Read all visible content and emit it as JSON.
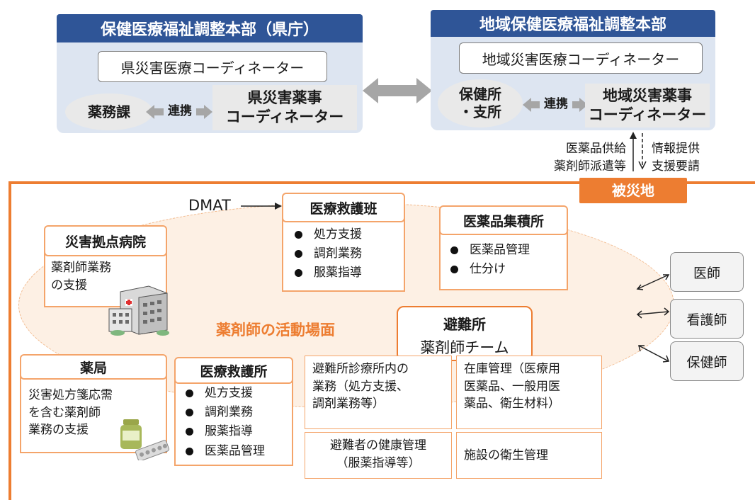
{
  "left_hq": {
    "title": "保健医療福祉調整本部（県庁）",
    "coordinator": "県災害医療コーディネーター",
    "pharmacy_div": "薬務課",
    "link_label": "連携",
    "pharma_coord_line1": "県災害薬事",
    "pharma_coord_line2": "コーディネーター"
  },
  "right_hq": {
    "title": "地域保健医療福祉調整本部",
    "coordinator": "地域災害医療コーディネーター",
    "health_center_line1": "保健所",
    "health_center_line2": "・支所",
    "link_label": "連携",
    "pharma_coord_line1": "地域災害薬事",
    "pharma_coord_line2": "コーディネーター"
  },
  "flow": {
    "left_line1": "医薬品供給",
    "left_line2": "薬剤師派遣等",
    "right_line1": "情報提供",
    "right_line2": "支援要請"
  },
  "disaster_area": {
    "tab_label": "被災地",
    "center_label": "薬剤師の活動場面",
    "dmat_label": "DMAT"
  },
  "base_hospital": {
    "title": "災害拠点病院",
    "text_line1": "薬剤師業務",
    "text_line2": "の支援"
  },
  "medical_team": {
    "title": "医療救護班",
    "items": [
      "処方支援",
      "調剤業務",
      "服薬指導"
    ]
  },
  "supply_depot": {
    "title": "医薬品集積所",
    "items": [
      "医薬品管理",
      "仕分け"
    ]
  },
  "pharmacy": {
    "title": "薬局",
    "text_line1": "災害処方箋応需",
    "text_line2": "を含む薬剤師",
    "text_line3": "業務の支援"
  },
  "aid_station": {
    "title": "医療救護所",
    "items": [
      "処方支援",
      "調剤業務",
      "服薬指導",
      "医薬品管理"
    ]
  },
  "shelter": {
    "title": "避難所",
    "subtitle": "薬剤師チーム",
    "task1_line1": "避難所診療所内の",
    "task1_line2": "業務（処方支援、",
    "task1_line3": "調剤業務等）",
    "task2_line1": "在庫管理（医療用",
    "task2_line2": "医薬品、一般用医",
    "task2_line3": "薬品、衛生材料）",
    "task3_line1": "避難者の健康管理",
    "task3_line2": "（服薬指導等）",
    "task4": "施設の衛生管理"
  },
  "professions": [
    "医師",
    "看護師",
    "保健師"
  ],
  "colors": {
    "hq_title_bg": "#2f5597",
    "hq_panel_bg": "#dde5f1",
    "orange": "#ed7d31",
    "light_orange_border": "#f4a46a",
    "area_fill": "#fdf0e4"
  },
  "icons": [
    "hospital-icon",
    "medicine-icon"
  ]
}
